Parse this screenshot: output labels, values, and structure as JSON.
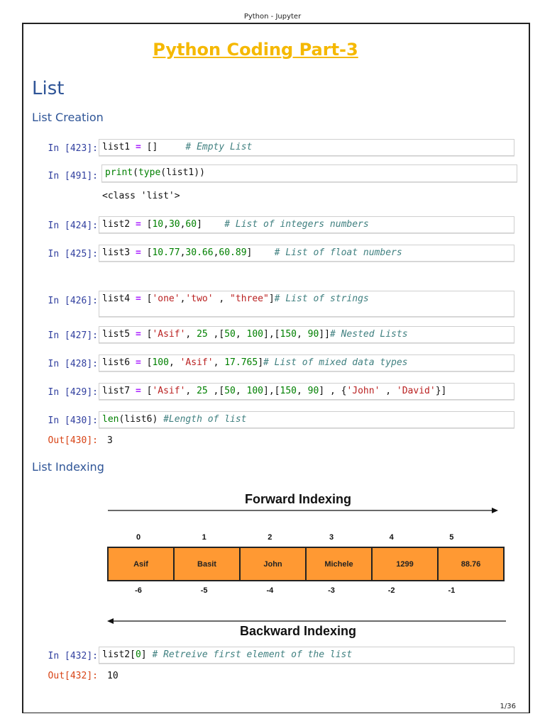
{
  "header": "Python - Jupyter",
  "footer": "1/36",
  "title": "Python Coding Part-3",
  "h1": "List",
  "sections": [
    "List Creation",
    "List Indexing"
  ],
  "cells": [
    {
      "prompt": "In [423]:",
      "code": [
        [
          "list1 ",
          "n"
        ],
        [
          "=",
          "o"
        ],
        [
          " []     ",
          "n"
        ],
        [
          "# Empty List",
          "c"
        ]
      ]
    },
    {
      "prompt": "In [491]:",
      "code": [
        [
          "print",
          "b"
        ],
        [
          "(",
          "n"
        ],
        [
          "type",
          "b"
        ],
        [
          "(list1))",
          "n"
        ]
      ],
      "output": "<class 'list'>"
    },
    {
      "prompt": "In [424]:",
      "code": [
        [
          "list2 ",
          "n"
        ],
        [
          "=",
          "o"
        ],
        [
          " [",
          "n"
        ],
        [
          "10",
          "m"
        ],
        [
          ",",
          "n"
        ],
        [
          "30",
          "m"
        ],
        [
          ",",
          "n"
        ],
        [
          "60",
          "m"
        ],
        [
          "]    ",
          "n"
        ],
        [
          "# List of integers numbers",
          "c"
        ]
      ]
    },
    {
      "prompt": "In [425]:",
      "code": [
        [
          "list3 ",
          "n"
        ],
        [
          "=",
          "o"
        ],
        [
          " [",
          "n"
        ],
        [
          "10.77",
          "m"
        ],
        [
          ",",
          "n"
        ],
        [
          "30.66",
          "m"
        ],
        [
          ",",
          "n"
        ],
        [
          "60.89",
          "m"
        ],
        [
          "]    ",
          "n"
        ],
        [
          "# List of float numbers",
          "c"
        ]
      ]
    },
    {
      "prompt": "In [426]:",
      "code": [
        [
          "list4 ",
          "n"
        ],
        [
          "=",
          "o"
        ],
        [
          " [",
          "n"
        ],
        [
          "'one'",
          "s"
        ],
        [
          ",",
          "n"
        ],
        [
          "'two'",
          "s"
        ],
        [
          " , ",
          "n"
        ],
        [
          "\"three\"",
          "s"
        ],
        [
          "]",
          "n"
        ],
        [
          "# List of strings",
          "c"
        ]
      ]
    },
    {
      "prompt": "In [427]:",
      "code": [
        [
          "list5 ",
          "n"
        ],
        [
          "=",
          "o"
        ],
        [
          " [",
          "n"
        ],
        [
          "'Asif'",
          "s"
        ],
        [
          ", ",
          "n"
        ],
        [
          "25",
          "m"
        ],
        [
          " ,[",
          "n"
        ],
        [
          "50",
          "m"
        ],
        [
          ", ",
          "n"
        ],
        [
          "100",
          "m"
        ],
        [
          "],[",
          "n"
        ],
        [
          "150",
          "m"
        ],
        [
          ", ",
          "n"
        ],
        [
          "90",
          "m"
        ],
        [
          "]]",
          "n"
        ],
        [
          "# Nested Lists",
          "c"
        ]
      ]
    },
    {
      "prompt": "In [428]:",
      "code": [
        [
          "list6 ",
          "n"
        ],
        [
          "=",
          "o"
        ],
        [
          " [",
          "n"
        ],
        [
          "100",
          "m"
        ],
        [
          ", ",
          "n"
        ],
        [
          "'Asif'",
          "s"
        ],
        [
          ", ",
          "n"
        ],
        [
          "17.765",
          "m"
        ],
        [
          "]",
          "n"
        ],
        [
          "# List of mixed data types",
          "c"
        ]
      ]
    },
    {
      "prompt": "In [429]:",
      "code": [
        [
          "list7 ",
          "n"
        ],
        [
          "=",
          "o"
        ],
        [
          " [",
          "n"
        ],
        [
          "'Asif'",
          "s"
        ],
        [
          ", ",
          "n"
        ],
        [
          "25",
          "m"
        ],
        [
          " ,[",
          "n"
        ],
        [
          "50",
          "m"
        ],
        [
          ", ",
          "n"
        ],
        [
          "100",
          "m"
        ],
        [
          "],[",
          "n"
        ],
        [
          "150",
          "m"
        ],
        [
          ", ",
          "n"
        ],
        [
          "90",
          "m"
        ],
        [
          "] , {",
          "n"
        ],
        [
          "'John'",
          "s"
        ],
        [
          " , ",
          "n"
        ],
        [
          "'David'",
          "s"
        ],
        [
          "}]",
          "n"
        ]
      ]
    },
    {
      "prompt": "In [430]:",
      "code": [
        [
          "len",
          "b"
        ],
        [
          "(list6) ",
          "n"
        ],
        [
          "#Length of list",
          "c"
        ]
      ],
      "out_prompt": "Out[430]:",
      "output": "3"
    },
    {
      "prompt": "In [432]:",
      "code": [
        [
          "list2[",
          "n"
        ],
        [
          "0",
          "m"
        ],
        [
          "] ",
          "n"
        ],
        [
          "# Retreive first element of the list",
          "c"
        ]
      ],
      "out_prompt": "Out[432]:",
      "output": "10"
    }
  ],
  "diagram": {
    "forward_title": "Forward Indexing",
    "backward_title": "Backward Indexing",
    "positive_indices": [
      "0",
      "1",
      "2",
      "3",
      "4",
      "5"
    ],
    "negative_indices": [
      "-6",
      "-5",
      "-4",
      "-3",
      "-2",
      "-1"
    ],
    "elements": [
      "Asif",
      "Basit",
      "John",
      "Michele",
      "1299",
      "88.76"
    ],
    "cell_color": "#ff9933"
  }
}
